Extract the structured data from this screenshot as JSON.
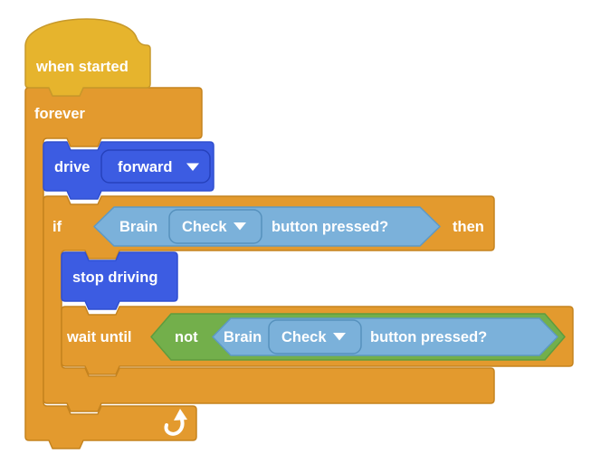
{
  "app": {
    "type": "block-programming-workspace",
    "background_color": "#FFFFFF"
  },
  "palette": {
    "event_yellow": "#E6B42D",
    "event_yellow_border": "#C7992B",
    "control_orange": "#E39A2E",
    "control_orange_border": "#C5831E",
    "drivetrain_blue": "#3C5CE2",
    "drivetrain_blue_border": "#2F4FD0",
    "sensing_lightblue": "#7BB1DA",
    "sensing_lightblue_border": "#5D99C5",
    "operator_green": "#73AF4B",
    "operator_green_border": "#5E9C3E",
    "label_text": "#FFFFFF"
  },
  "blocks": {
    "when_started": {
      "label": "when started"
    },
    "forever": {
      "label": "forever",
      "loop_icon": "loop-arrow-icon"
    },
    "drive": {
      "label": "drive",
      "direction_dropdown": {
        "value": "forward",
        "icon": "caret-down-icon"
      }
    },
    "if": {
      "label": "if",
      "label_then": "then",
      "condition": {
        "prefix": "Brain",
        "dropdown": {
          "value": "Check",
          "icon": "caret-down-icon"
        },
        "suffix": "button pressed?"
      }
    },
    "stop_driving": {
      "label": "stop driving"
    },
    "wait_until": {
      "label": "wait until",
      "not_operator": {
        "label": "not"
      },
      "condition": {
        "prefix": "Brain",
        "dropdown": {
          "value": "Check",
          "icon": "caret-down-icon"
        },
        "suffix": "button pressed?"
      }
    }
  }
}
